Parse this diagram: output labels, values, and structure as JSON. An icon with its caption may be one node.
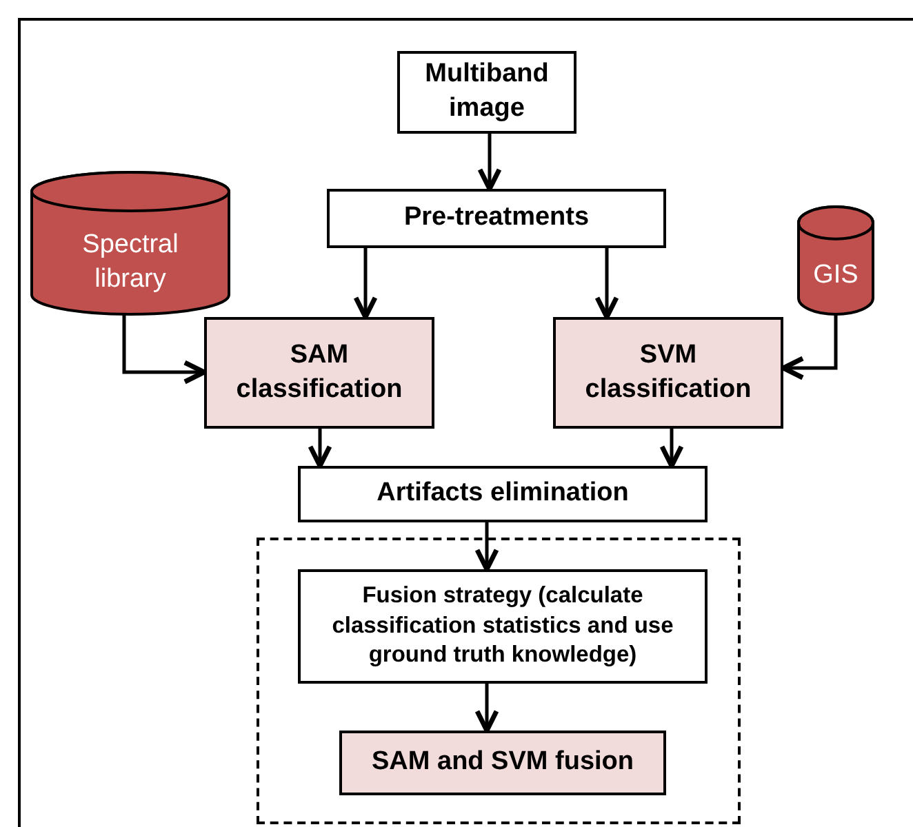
{
  "diagram": {
    "nodes": [
      {
        "text": [
          "Multiband image"
        ]
      },
      {
        "text": [
          "Pre-treatments"
        ]
      },
      {
        "text": [
          "Spectral library"
        ]
      },
      {
        "text": [
          "GIS"
        ]
      },
      {
        "text": [
          "SAM classification"
        ]
      },
      {
        "text": [
          "SVM classification"
        ]
      },
      {
        "text": [
          "Artifacts elimination"
        ]
      },
      {
        "text": [],
        "shape": "box"
      },
      {
        "text": [
          "Fusion strategy (calculate classification statistics and use ground truth knowledge)"
        ],
        "in": 7
      },
      {
        "text": [
          "SAM and SVM fusion"
        ],
        "in": 7
      }
    ],
    "edges": [
      {
        "from": 0,
        "to": 1,
        "arrow": "to"
      },
      {
        "from": 1,
        "to": 4,
        "arrow": "to"
      },
      {
        "from": 1,
        "to": 5,
        "arrow": "to"
      },
      {
        "from": 2,
        "to": 4,
        "arrow": "to"
      },
      {
        "from": 3,
        "to": 5,
        "arrow": "to"
      },
      {
        "from": 4,
        "to": 6,
        "arrow": "to"
      },
      {
        "from": 5,
        "to": 6,
        "arrow": "to"
      },
      {
        "from": 6,
        "to": 8,
        "arrow": "to"
      },
      {
        "from": 8,
        "to": 9,
        "arrow": "to"
      }
    ]
  }
}
